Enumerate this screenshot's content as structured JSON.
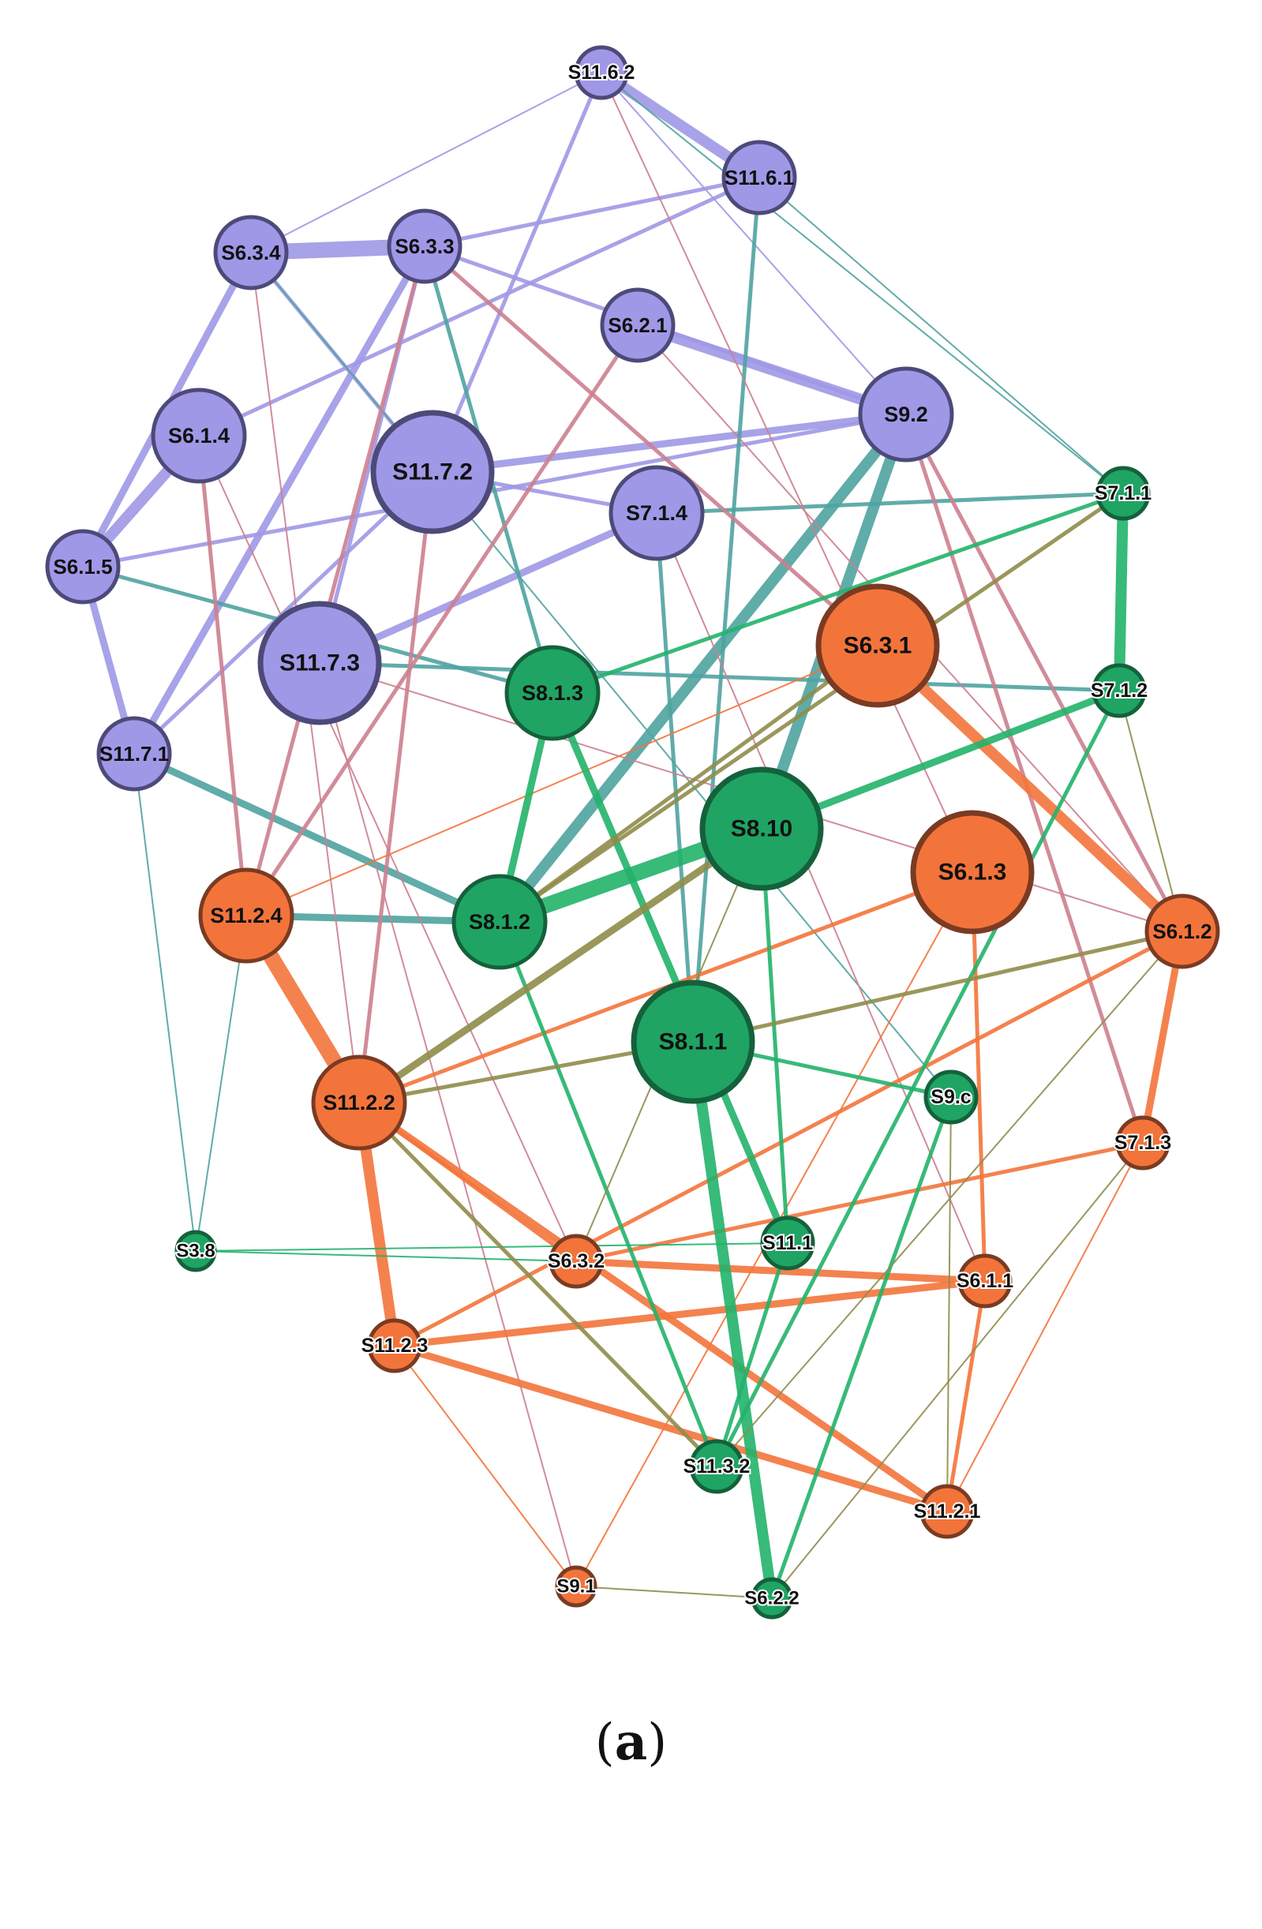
{
  "caption": {
    "open": "(",
    "letter": "a",
    "close": ")"
  },
  "colors": {
    "purple_fill": "#9f98e6",
    "purple_stroke": "#4d4a7a",
    "green_fill": "#1fa463",
    "green_stroke": "#14613b",
    "orange_fill": "#f3743b",
    "orange_stroke": "#7a3b22",
    "edge_purple": "#9f98e6",
    "edge_teal": "#4fa3a0",
    "edge_pink": "#cc7f8f",
    "edge_orange": "#f3743b",
    "edge_green": "#22b26a",
    "edge_olive": "#8f8c4a"
  },
  "nodes": [
    {
      "id": "S11.6.2",
      "group": "purple",
      "size": "xs"
    },
    {
      "id": "S11.6.1",
      "group": "purple",
      "size": "s"
    },
    {
      "id": "S6.3.4",
      "group": "purple",
      "size": "s"
    },
    {
      "id": "S6.3.3",
      "group": "purple",
      "size": "s"
    },
    {
      "id": "S6.2.1",
      "group": "purple",
      "size": "s"
    },
    {
      "id": "S9.2",
      "group": "purple",
      "size": "m"
    },
    {
      "id": "S6.1.4",
      "group": "purple",
      "size": "m"
    },
    {
      "id": "S11.7.2",
      "group": "purple",
      "size": "l"
    },
    {
      "id": "S7.1.4",
      "group": "purple",
      "size": "m"
    },
    {
      "id": "S6.1.5",
      "group": "purple",
      "size": "s"
    },
    {
      "id": "S11.7.3",
      "group": "purple",
      "size": "l"
    },
    {
      "id": "S11.7.1",
      "group": "purple",
      "size": "s"
    },
    {
      "id": "S7.1.1",
      "group": "green",
      "size": "xs"
    },
    {
      "id": "S6.3.1",
      "group": "orange",
      "size": "l"
    },
    {
      "id": "S8.1.3",
      "group": "green",
      "size": "m"
    },
    {
      "id": "S7.1.2",
      "group": "green",
      "size": "xs"
    },
    {
      "id": "S8.10",
      "group": "green",
      "size": "l"
    },
    {
      "id": "S6.1.3",
      "group": "orange",
      "size": "l"
    },
    {
      "id": "S11.2.4",
      "group": "orange",
      "size": "m"
    },
    {
      "id": "S8.1.2",
      "group": "green",
      "size": "m"
    },
    {
      "id": "S6.1.2",
      "group": "orange",
      "size": "s"
    },
    {
      "id": "S8.1.1",
      "group": "green",
      "size": "l"
    },
    {
      "id": "S11.2.2",
      "group": "orange",
      "size": "m"
    },
    {
      "id": "S9.c",
      "group": "green",
      "size": "xs"
    },
    {
      "id": "S7.1.3",
      "group": "orange",
      "size": "xs"
    },
    {
      "id": "S3.8",
      "group": "green",
      "size": "xxs"
    },
    {
      "id": "S11.1",
      "group": "green",
      "size": "xs"
    },
    {
      "id": "S6.3.2",
      "group": "orange",
      "size": "xs"
    },
    {
      "id": "S6.1.1",
      "group": "orange",
      "size": "xs"
    },
    {
      "id": "S11.2.3",
      "group": "orange",
      "size": "xs"
    },
    {
      "id": "S11.3.2",
      "group": "green",
      "size": "xs"
    },
    {
      "id": "S11.2.1",
      "group": "orange",
      "size": "xs"
    },
    {
      "id": "S9.1",
      "group": "orange",
      "size": "xxs"
    },
    {
      "id": "S6.2.2",
      "group": "green",
      "size": "xxs"
    }
  ],
  "edges": [
    {
      "from": "S6.3.4",
      "to": "S6.3.3",
      "weight": 5,
      "color": "edge_purple"
    },
    {
      "from": "S11.6.2",
      "to": "S11.6.1",
      "weight": 4,
      "color": "edge_purple"
    },
    {
      "from": "S6.1.5",
      "to": "S6.1.4",
      "weight": 4,
      "color": "edge_purple"
    },
    {
      "from": "S6.1.5",
      "to": "S6.3.4",
      "weight": 3,
      "color": "edge_purple"
    },
    {
      "from": "S6.1.5",
      "to": "S11.7.1",
      "weight": 3,
      "color": "edge_purple"
    },
    {
      "from": "S6.2.1",
      "to": "S9.2",
      "weight": 4,
      "color": "edge_purple"
    },
    {
      "from": "S11.7.2",
      "to": "S9.2",
      "weight": 3,
      "color": "edge_purple"
    },
    {
      "from": "S11.7.3",
      "to": "S7.1.4",
      "weight": 3,
      "color": "edge_purple"
    },
    {
      "from": "S6.3.3",
      "to": "S11.6.1",
      "weight": 2,
      "color": "edge_purple"
    },
    {
      "from": "S6.3.4",
      "to": "S11.7.2",
      "weight": 2,
      "color": "edge_purple"
    },
    {
      "from": "S11.7.1",
      "to": "S6.3.3",
      "weight": 3,
      "color": "edge_purple"
    },
    {
      "from": "S6.1.4",
      "to": "S11.6.1",
      "weight": 2,
      "color": "edge_purple"
    },
    {
      "from": "S6.3.3",
      "to": "S9.2",
      "weight": 2,
      "color": "edge_purple"
    },
    {
      "from": "S11.7.1",
      "to": "S11.7.2",
      "weight": 2,
      "color": "edge_purple"
    },
    {
      "from": "S6.1.5",
      "to": "S9.2",
      "weight": 2,
      "color": "edge_purple"
    },
    {
      "from": "S11.6.2",
      "to": "S6.3.4",
      "weight": 1,
      "color": "edge_purple"
    },
    {
      "from": "S11.6.2",
      "to": "S9.2",
      "weight": 1,
      "color": "edge_purple"
    },
    {
      "from": "S11.7.3",
      "to": "S6.3.3",
      "weight": 2,
      "color": "edge_purple"
    },
    {
      "from": "S11.6.2",
      "to": "S11.7.2",
      "weight": 2,
      "color": "edge_purple"
    },
    {
      "from": "S11.7.2",
      "to": "S7.1.4",
      "weight": 2,
      "color": "edge_purple"
    },
    {
      "from": "S11.2.4",
      "to": "S8.1.2",
      "weight": 3,
      "color": "edge_teal"
    },
    {
      "from": "S8.1.2",
      "to": "S9.2",
      "weight": 4,
      "color": "edge_teal"
    },
    {
      "from": "S8.10",
      "to": "S9.2",
      "weight": 4,
      "color": "edge_teal"
    },
    {
      "from": "S11.7.1",
      "to": "S8.1.2",
      "weight": 3,
      "color": "edge_teal"
    },
    {
      "from": "S7.1.1",
      "to": "S7.1.4",
      "weight": 2,
      "color": "edge_teal"
    },
    {
      "from": "S8.1.3",
      "to": "S6.3.3",
      "weight": 2,
      "color": "edge_teal"
    },
    {
      "from": "S8.1.1",
      "to": "S11.6.1",
      "weight": 2,
      "color": "edge_teal"
    },
    {
      "from": "S6.1.5",
      "to": "S8.1.3",
      "weight": 2,
      "color": "edge_teal"
    },
    {
      "from": "S11.6.1",
      "to": "S7.1.1",
      "weight": 1,
      "color": "edge_teal"
    },
    {
      "from": "S11.6.2",
      "to": "S7.1.1",
      "weight": 1,
      "color": "edge_teal"
    },
    {
      "from": "S3.8",
      "to": "S11.2.4",
      "weight": 1,
      "color": "edge_teal"
    },
    {
      "from": "S3.8",
      "to": "S11.7.1",
      "weight": 1,
      "color": "edge_teal"
    },
    {
      "from": "S11.7.3",
      "to": "S7.1.2",
      "weight": 2,
      "color": "edge_teal"
    },
    {
      "from": "S6.3.4",
      "to": "S9.c",
      "weight": 1,
      "color": "edge_teal"
    },
    {
      "from": "S7.1.4",
      "to": "S8.1.1",
      "weight": 2,
      "color": "edge_teal"
    },
    {
      "from": "S11.2.4",
      "to": "S6.3.3",
      "weight": 2,
      "color": "edge_pink"
    },
    {
      "from": "S11.2.4",
      "to": "S6.1.4",
      "weight": 2,
      "color": "edge_pink"
    },
    {
      "from": "S11.2.2",
      "to": "S11.7.2",
      "weight": 2,
      "color": "edge_pink"
    },
    {
      "from": "S6.1.2",
      "to": "S9.2",
      "weight": 2,
      "color": "edge_pink"
    },
    {
      "from": "S7.1.3",
      "to": "S9.2",
      "weight": 2,
      "color": "edge_pink"
    },
    {
      "from": "S6.1.2",
      "to": "S6.2.1",
      "weight": 1,
      "color": "edge_pink"
    },
    {
      "from": "S6.3.1",
      "to": "S6.3.3",
      "weight": 2,
      "color": "edge_pink"
    },
    {
      "from": "S6.1.3",
      "to": "S11.6.2",
      "weight": 1,
      "color": "edge_pink"
    },
    {
      "from": "S11.2.4",
      "to": "S6.2.1",
      "weight": 2,
      "color": "edge_pink"
    },
    {
      "from": "S9.1",
      "to": "S11.7.3",
      "weight": 1,
      "color": "edge_pink"
    },
    {
      "from": "S6.1.1",
      "to": "S7.1.4",
      "weight": 1,
      "color": "edge_pink"
    },
    {
      "from": "S11.2.2",
      "to": "S6.3.4",
      "weight": 1,
      "color": "edge_pink"
    },
    {
      "from": "S6.1.2",
      "to": "S11.7.3",
      "weight": 1,
      "color": "edge_pink"
    },
    {
      "from": "S6.3.2",
      "to": "S6.1.4",
      "weight": 1,
      "color": "edge_pink"
    },
    {
      "from": "S11.2.4",
      "to": "S11.2.2",
      "weight": 5,
      "color": "edge_orange"
    },
    {
      "from": "S11.2.2",
      "to": "S11.2.3",
      "weight": 4,
      "color": "edge_orange"
    },
    {
      "from": "S6.3.1",
      "to": "S6.1.2",
      "weight": 4,
      "color": "edge_orange"
    },
    {
      "from": "S6.1.2",
      "to": "S7.1.3",
      "weight": 3,
      "color": "edge_orange"
    },
    {
      "from": "S11.2.2",
      "to": "S11.2.1",
      "weight": 3,
      "color": "edge_orange"
    },
    {
      "from": "S11.2.3",
      "to": "S6.1.1",
      "weight": 3,
      "color": "edge_orange"
    },
    {
      "from": "S6.3.2",
      "to": "S6.1.1",
      "weight": 3,
      "color": "edge_orange"
    },
    {
      "from": "S11.2.3",
      "to": "S11.2.1",
      "weight": 3,
      "color": "edge_orange"
    },
    {
      "from": "S6.1.3",
      "to": "S6.1.1",
      "weight": 2,
      "color": "edge_orange"
    },
    {
      "from": "S6.1.2",
      "to": "S11.2.3",
      "weight": 2,
      "color": "edge_orange"
    },
    {
      "from": "S6.3.2",
      "to": "S11.2.2",
      "weight": 2,
      "color": "edge_orange"
    },
    {
      "from": "S11.2.2",
      "to": "S6.1.3",
      "weight": 2,
      "color": "edge_orange"
    },
    {
      "from": "S6.1.1",
      "to": "S11.2.1",
      "weight": 2,
      "color": "edge_orange"
    },
    {
      "from": "S7.1.3",
      "to": "S11.2.1",
      "weight": 1,
      "color": "edge_orange"
    },
    {
      "from": "S11.2.3",
      "to": "S9.1",
      "weight": 1,
      "color": "edge_orange"
    },
    {
      "from": "S9.1",
      "to": "S6.1.3",
      "weight": 1,
      "color": "edge_orange"
    },
    {
      "from": "S11.2.4",
      "to": "S6.3.1",
      "weight": 1,
      "color": "edge_orange"
    },
    {
      "from": "S6.3.2",
      "to": "S7.1.3",
      "weight": 2,
      "color": "edge_orange"
    },
    {
      "from": "S8.1.2",
      "to": "S8.10",
      "weight": 5,
      "color": "edge_green"
    },
    {
      "from": "S8.10",
      "to": "S7.1.2",
      "weight": 3,
      "color": "edge_green"
    },
    {
      "from": "S7.1.1",
      "to": "S7.1.2",
      "weight": 4,
      "color": "edge_green"
    },
    {
      "from": "S8.1.1",
      "to": "S6.2.2",
      "weight": 4,
      "color": "edge_green"
    },
    {
      "from": "S8.1.3",
      "to": "S11.1",
      "weight": 3,
      "color": "edge_green"
    },
    {
      "from": "S8.1.2",
      "to": "S11.3.2",
      "weight": 2,
      "color": "edge_green"
    },
    {
      "from": "S7.1.2",
      "to": "S11.3.2",
      "weight": 2,
      "color": "edge_green"
    },
    {
      "from": "S9.c",
      "to": "S6.2.2",
      "weight": 2,
      "color": "edge_green"
    },
    {
      "from": "S8.1.3",
      "to": "S7.1.1",
      "weight": 2,
      "color": "edge_green"
    },
    {
      "from": "S3.8",
      "to": "S11.1",
      "weight": 1,
      "color": "edge_green"
    },
    {
      "from": "S3.8",
      "to": "S6.3.2",
      "weight": 1,
      "color": "edge_green"
    },
    {
      "from": "S8.1.1",
      "to": "S9.c",
      "weight": 2,
      "color": "edge_green"
    },
    {
      "from": "S11.1",
      "to": "S11.3.2",
      "weight": 2,
      "color": "edge_green"
    },
    {
      "from": "S8.1.2",
      "to": "S8.1.3",
      "weight": 3,
      "color": "edge_green"
    },
    {
      "from": "S8.10",
      "to": "S11.1",
      "weight": 2,
      "color": "edge_green"
    },
    {
      "from": "S11.2.2",
      "to": "S8.10",
      "weight": 3,
      "color": "edge_olive"
    },
    {
      "from": "S11.2.2",
      "to": "S8.1.1",
      "weight": 2,
      "color": "edge_olive"
    },
    {
      "from": "S11.2.2",
      "to": "S11.3.2",
      "weight": 2,
      "color": "edge_olive"
    },
    {
      "from": "S9.1",
      "to": "S6.2.2",
      "weight": 1,
      "color": "edge_olive"
    },
    {
      "from": "S7.1.1",
      "to": "S8.1.2",
      "weight": 2,
      "color": "edge_olive"
    },
    {
      "from": "S6.3.1",
      "to": "S8.1.2",
      "weight": 2,
      "color": "edge_olive"
    },
    {
      "from": "S6.1.2",
      "to": "S8.1.1",
      "weight": 2,
      "color": "edge_olive"
    },
    {
      "from": "S7.1.2",
      "to": "S6.1.2",
      "weight": 1,
      "color": "edge_olive"
    },
    {
      "from": "S6.2.2",
      "to": "S7.1.3",
      "weight": 1,
      "color": "edge_olive"
    },
    {
      "from": "S11.3.2",
      "to": "S6.1.2",
      "weight": 1,
      "color": "edge_olive"
    },
    {
      "from": "S6.3.2",
      "to": "S8.10",
      "weight": 1,
      "color": "edge_olive"
    },
    {
      "from": "S11.2.1",
      "to": "S9.c",
      "weight": 1,
      "color": "edge_olive"
    }
  ]
}
